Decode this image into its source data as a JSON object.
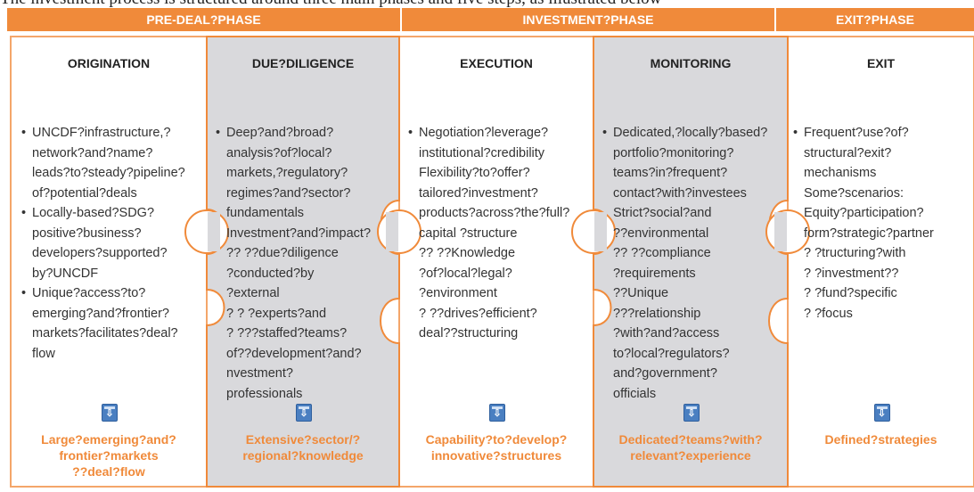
{
  "caption_fragment": "The investment process is structured around three main phases and five steps, as illustrated below",
  "phases": [
    {
      "label": "PRE-DEAL?PHASE"
    },
    {
      "label": "INVESTMENT?PHASE"
    },
    {
      "label": "EXIT?PHASE"
    }
  ],
  "steps": [
    {
      "title": "ORIGINATION",
      "items": [
        {
          "text": "UNCDF?infrastructure,?\nnetwork?and?name?\nleads?to?steady?pipeline?\nof?potential?deals",
          "bullet": true
        },
        {
          "text": "Locally-based?SDG?\npositive?business?\ndevelopers?supported?\nby?UNCDF",
          "bullet": true
        },
        {
          "text": "Unique?access?to?\nemerging?and?frontier?\nmarkets?facilitates?deal?\nflow",
          "bullet": true
        }
      ],
      "icon": "download-arrow-icon",
      "footer": "Large?emerging?and?\nfrontier?markets\n??deal?flow"
    },
    {
      "title": "DUE?DILIGENCE",
      "items": [
        {
          "text": "Deep?and?broad?\nanalysis?of?local?\nmarkets,?regulatory?\nregimes?and?sector?\nfundamentals\nInvestment?and?impact?\n?? ??due?diligence\n?conducted?by\n?external\n? ? ?experts?and\n? ???staffed?teams?\nof??development?and?\nnvestment?\nprofessionals",
          "bullet": true
        }
      ],
      "icon": "download-arrow-icon",
      "footer": "Extensive?sector/?\nregional?knowledge"
    },
    {
      "title": "EXECUTION",
      "items": [
        {
          "text": "Negotiation?leverage?\ninstitutional?credibility\nFlexibility?to?offer?\ntailored?investment?\nproducts?across?the?full?\ncapital ?structure\n?? ??Knowledge\n?of?local?legal?\n?environment\n? ??drives?efficient?\ndeal??structuring",
          "bullet": true
        }
      ],
      "icon": "download-arrow-icon",
      "footer": "Capability?to?develop?\ninnovative?structures"
    },
    {
      "title": "MONITORING",
      "items": [
        {
          "text": "Dedicated,?locally?based?\nportfolio?monitoring?\nteams?in?frequent?\ncontact?with?investees\nStrict?social?and\n??environmental\n?? ??compliance\n?requirements\n??Unique\n???relationship\n?with?and?access\nto?local?regulators?\nand?government?\nofficials",
          "bullet": true
        }
      ],
      "icon": "download-arrow-icon",
      "footer": "Dedicated?teams?with?\nrelevant?experience"
    },
    {
      "title": "EXIT",
      "items": [
        {
          "text": "Frequent?use?of?\nstructural?exit?\nmechanisms\nSome?scenarios:\n  Equity?participation?\n  form?strategic?partner\n ? ?tructuring?with\n ? ?investment??\n ? ?fund?specific\n ?   ?focus",
          "bullet": true
        }
      ],
      "icon": "download-arrow-icon",
      "footer": "Defined?strategies"
    }
  ],
  "colors": {
    "accent": "#f08a3a",
    "shaded": "#d9d9dc",
    "icon": "#4a7fc1"
  }
}
